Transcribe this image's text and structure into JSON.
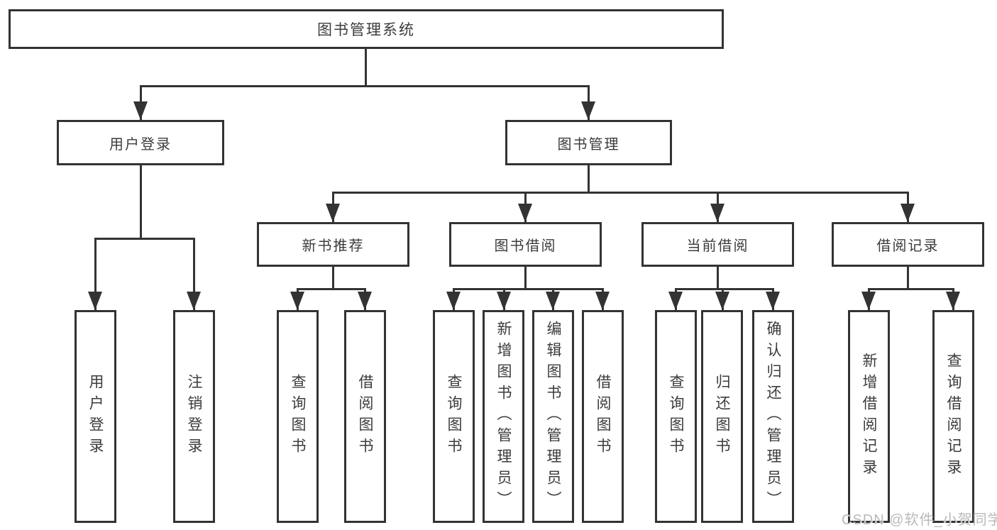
{
  "diagram": {
    "root": {
      "label": "图书管理系统"
    },
    "level2": [
      {
        "label": "用户登录"
      },
      {
        "label": "图书管理"
      }
    ],
    "level3": [
      {
        "label": "新书推荐"
      },
      {
        "label": "图书借阅"
      },
      {
        "label": "当前借阅"
      },
      {
        "label": "借阅记录"
      }
    ],
    "leaves": {
      "userLogin": [
        {
          "label": "用户登录"
        },
        {
          "label": "注销登录"
        }
      ],
      "newBook": [
        {
          "label": "查询图书"
        },
        {
          "label": "借阅图书"
        }
      ],
      "bookBorrow": [
        {
          "label": "查询图书"
        },
        {
          "label": "新增图书（管理员）"
        },
        {
          "label": "编辑图书（管理员）"
        },
        {
          "label": "借阅图书"
        }
      ],
      "currentBorrow": [
        {
          "label": "查询图书"
        },
        {
          "label": "归还图书"
        },
        {
          "label": "确认归还（管理员）"
        }
      ],
      "records": [
        {
          "label": "新增借阅记录"
        },
        {
          "label": "查询借阅记录"
        }
      ]
    }
  },
  "watermark": {
    "text": "CSDN @软件_小贺同学"
  },
  "colors": {
    "line": "#333333",
    "text": "#3b3b3b",
    "background": "#ffffff",
    "watermark": "#b9b9b9"
  }
}
